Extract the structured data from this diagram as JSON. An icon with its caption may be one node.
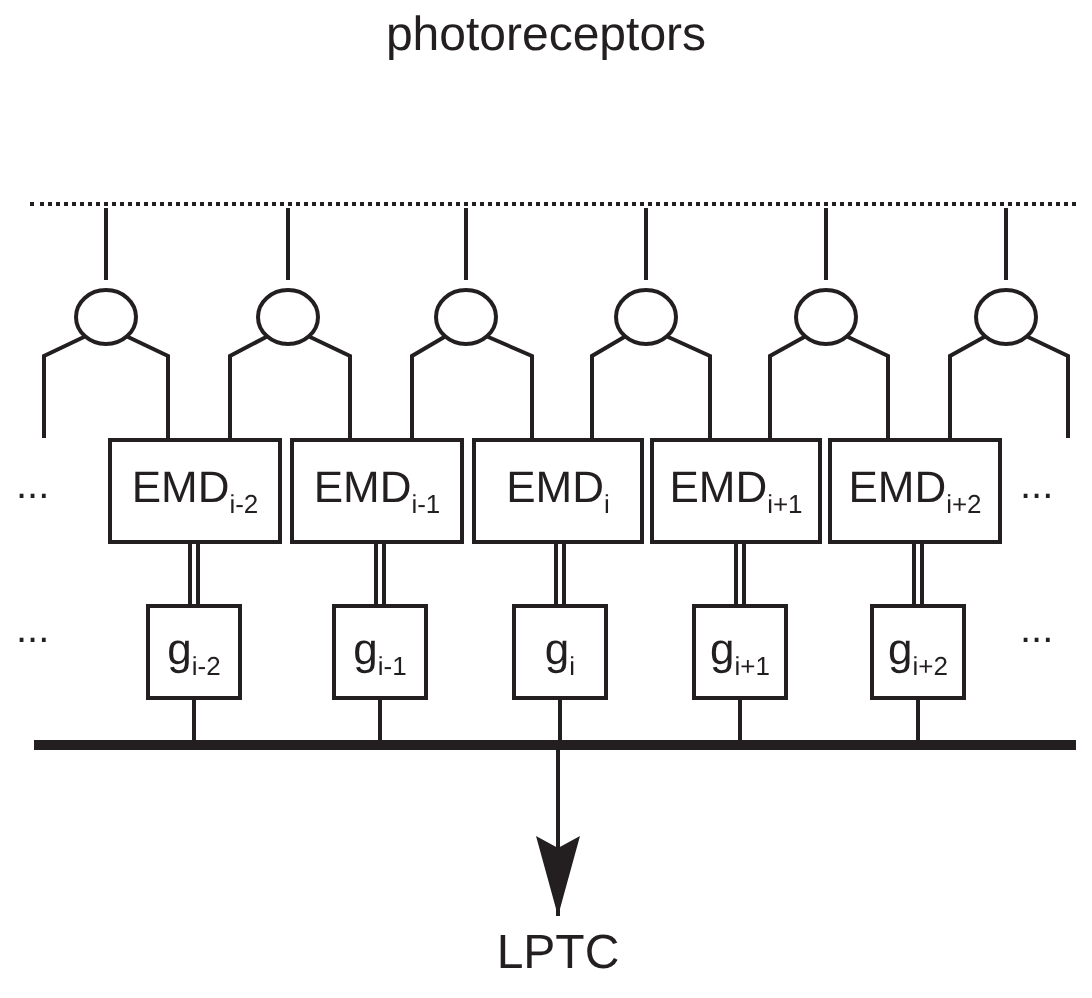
{
  "diagram": {
    "title": "photoreceptors",
    "nodes": [
      {
        "text": [],
        "shape": "bar"
      },
      {
        "text": [],
        "shape": "circle"
      },
      {
        "text": [],
        "shape": "circle"
      },
      {
        "text": [],
        "shape": "circle"
      },
      {
        "text": [],
        "shape": "circle"
      },
      {
        "text": [],
        "shape": "circle"
      },
      {
        "text": [],
        "shape": "circle"
      },
      {
        "text": [
          "EMD$_{i-2}$"
        ]
      },
      {
        "text": [
          "EMD$_{i-1}$"
        ]
      },
      {
        "text": [
          "EMD$_{i}$"
        ]
      },
      {
        "text": [
          "EMD$_{i+1}$"
        ]
      },
      {
        "text": [
          "EMD$_{i+2}$"
        ]
      },
      {
        "text": [
          "g$_{i-2}$"
        ]
      },
      {
        "text": [
          "g$_{i-1}$"
        ]
      },
      {
        "text": [
          "g$_{i}$"
        ]
      },
      {
        "text": [
          "g$_{i+1}$"
        ]
      },
      {
        "text": [
          "g$_{i+2}$"
        ]
      },
      {
        "text": [],
        "shape": "bar"
      },
      {
        "text": [
          "LPTC"
        ]
      }
    ],
    "edges": [
      {
        "from": 0,
        "to": 1,
        "arrow": "none"
      },
      {
        "from": 0,
        "to": 2,
        "arrow": "none"
      },
      {
        "from": 0,
        "to": 3,
        "arrow": "none"
      },
      {
        "from": 0,
        "to": 4,
        "arrow": "none"
      },
      {
        "from": 0,
        "to": 5,
        "arrow": "none"
      },
      {
        "from": 0,
        "to": 6,
        "arrow": "none"
      },
      {
        "from": 1,
        "to": null,
        "arrow": "none"
      },
      {
        "from": 1,
        "to": 7,
        "arrow": "none"
      },
      {
        "from": 2,
        "to": 7,
        "arrow": "none"
      },
      {
        "from": 2,
        "to": 8,
        "arrow": "none"
      },
      {
        "from": 3,
        "to": 8,
        "arrow": "none"
      },
      {
        "from": 3,
        "to": 9,
        "arrow": "none"
      },
      {
        "from": 4,
        "to": 9,
        "arrow": "none"
      },
      {
        "from": 4,
        "to": 10,
        "arrow": "none"
      },
      {
        "from": 5,
        "to": 10,
        "arrow": "none"
      },
      {
        "from": 5,
        "to": 11,
        "arrow": "none"
      },
      {
        "from": 6,
        "to": 11,
        "arrow": "none"
      },
      {
        "from": 6,
        "to": null,
        "arrow": "none"
      },
      {
        "from": 7,
        "to": 12,
        "arrow": "none"
      },
      {
        "from": 8,
        "to": 13,
        "arrow": "none"
      },
      {
        "from": 9,
        "to": 14,
        "arrow": "none"
      },
      {
        "from": 10,
        "to": 15,
        "arrow": "none"
      },
      {
        "from": 11,
        "to": 16,
        "arrow": "none"
      },
      {
        "from": 12,
        "to": 17,
        "arrow": "none"
      },
      {
        "from": 13,
        "to": 17,
        "arrow": "none"
      },
      {
        "from": 14,
        "to": 17,
        "arrow": "none"
      },
      {
        "from": 15,
        "to": 17,
        "arrow": "none"
      },
      {
        "from": 16,
        "to": 17,
        "arrow": "none"
      },
      {
        "from": 17,
        "to": 18,
        "arrow": "to"
      }
    ],
    "labels": [
      "...",
      "...",
      "...",
      "..."
    ]
  }
}
